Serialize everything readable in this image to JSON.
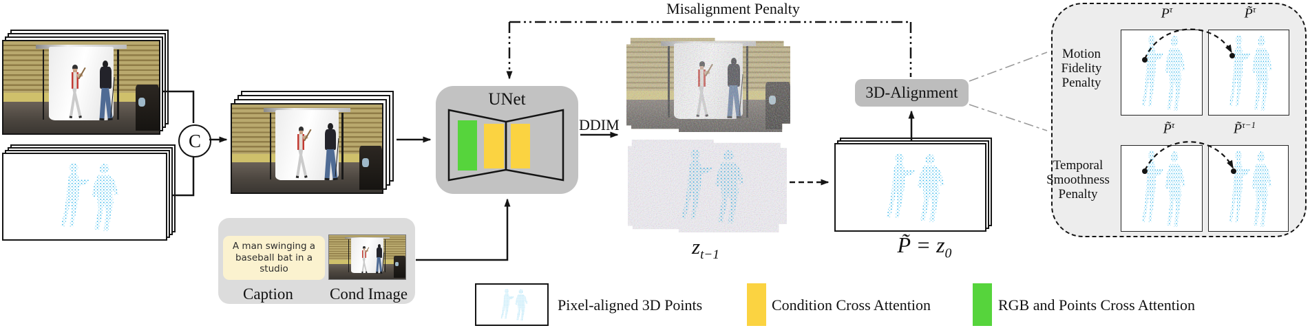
{
  "colors": {
    "attention_yellow": "#fbd341",
    "attention_green": "#56d43c",
    "points_blue": "#3ab5e8",
    "unet_gray": "#c2c2c2",
    "caption_panel_gray": "#dcdcdc",
    "alignment_gray": "#bdbdbd",
    "penalty_panel_gray": "#ededed"
  },
  "top": {
    "misalignment_penalty": "Misalignment Penalty"
  },
  "concat_node": {
    "label": "C"
  },
  "unet": {
    "label": "UNet",
    "ddim_label": "DDIM"
  },
  "caption_panel": {
    "caption_text": "A man swinging a baseball bat in a studio",
    "caption_label": "Caption",
    "cond_image_label": "Cond Image"
  },
  "latents": {
    "z_base": "z",
    "z_sub": "t−1",
    "p_base": "P̃ = z",
    "p_sub": "0"
  },
  "alignment": {
    "label": "3D-Alignment"
  },
  "penalty_panel": {
    "motion": {
      "lines": [
        "Motion",
        "Fidelity",
        "Penalty"
      ],
      "left_base": "P",
      "left_sup": "τ",
      "right_base": "P̃",
      "right_sup": "τ"
    },
    "temporal": {
      "lines": [
        "Temporal",
        "Smoothness",
        "Penalty"
      ],
      "left_base": "P̃",
      "left_sup": "τ",
      "right_base": "P̃",
      "right_sup": "τ−1"
    }
  },
  "legend": {
    "points_label": "Pixel-aligned 3D Points",
    "condition_label": "Condition Cross Attention",
    "rgb_label": "RGB and Points Cross Attention"
  }
}
